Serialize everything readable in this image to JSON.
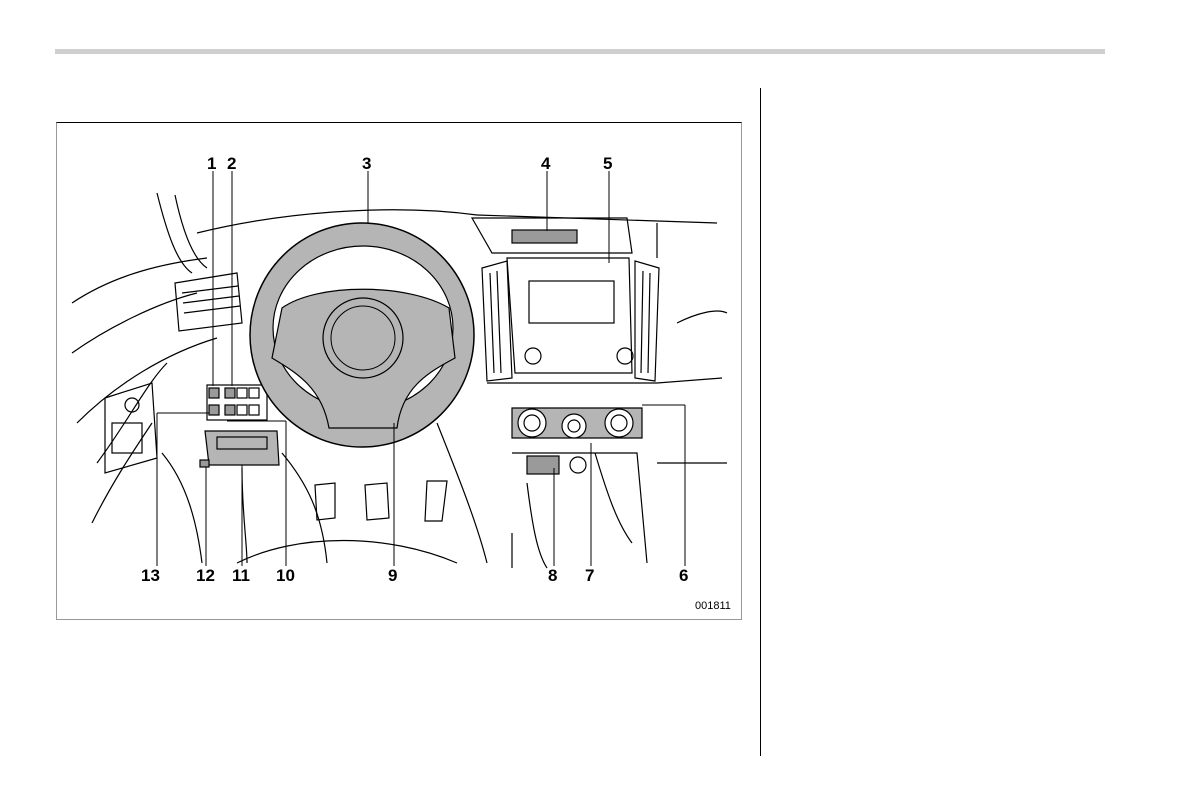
{
  "figure": {
    "id": "001811",
    "callouts": [
      "1",
      "2",
      "3",
      "4",
      "5",
      "6",
      "7",
      "8",
      "9",
      "10",
      "11",
      "12",
      "13"
    ]
  }
}
